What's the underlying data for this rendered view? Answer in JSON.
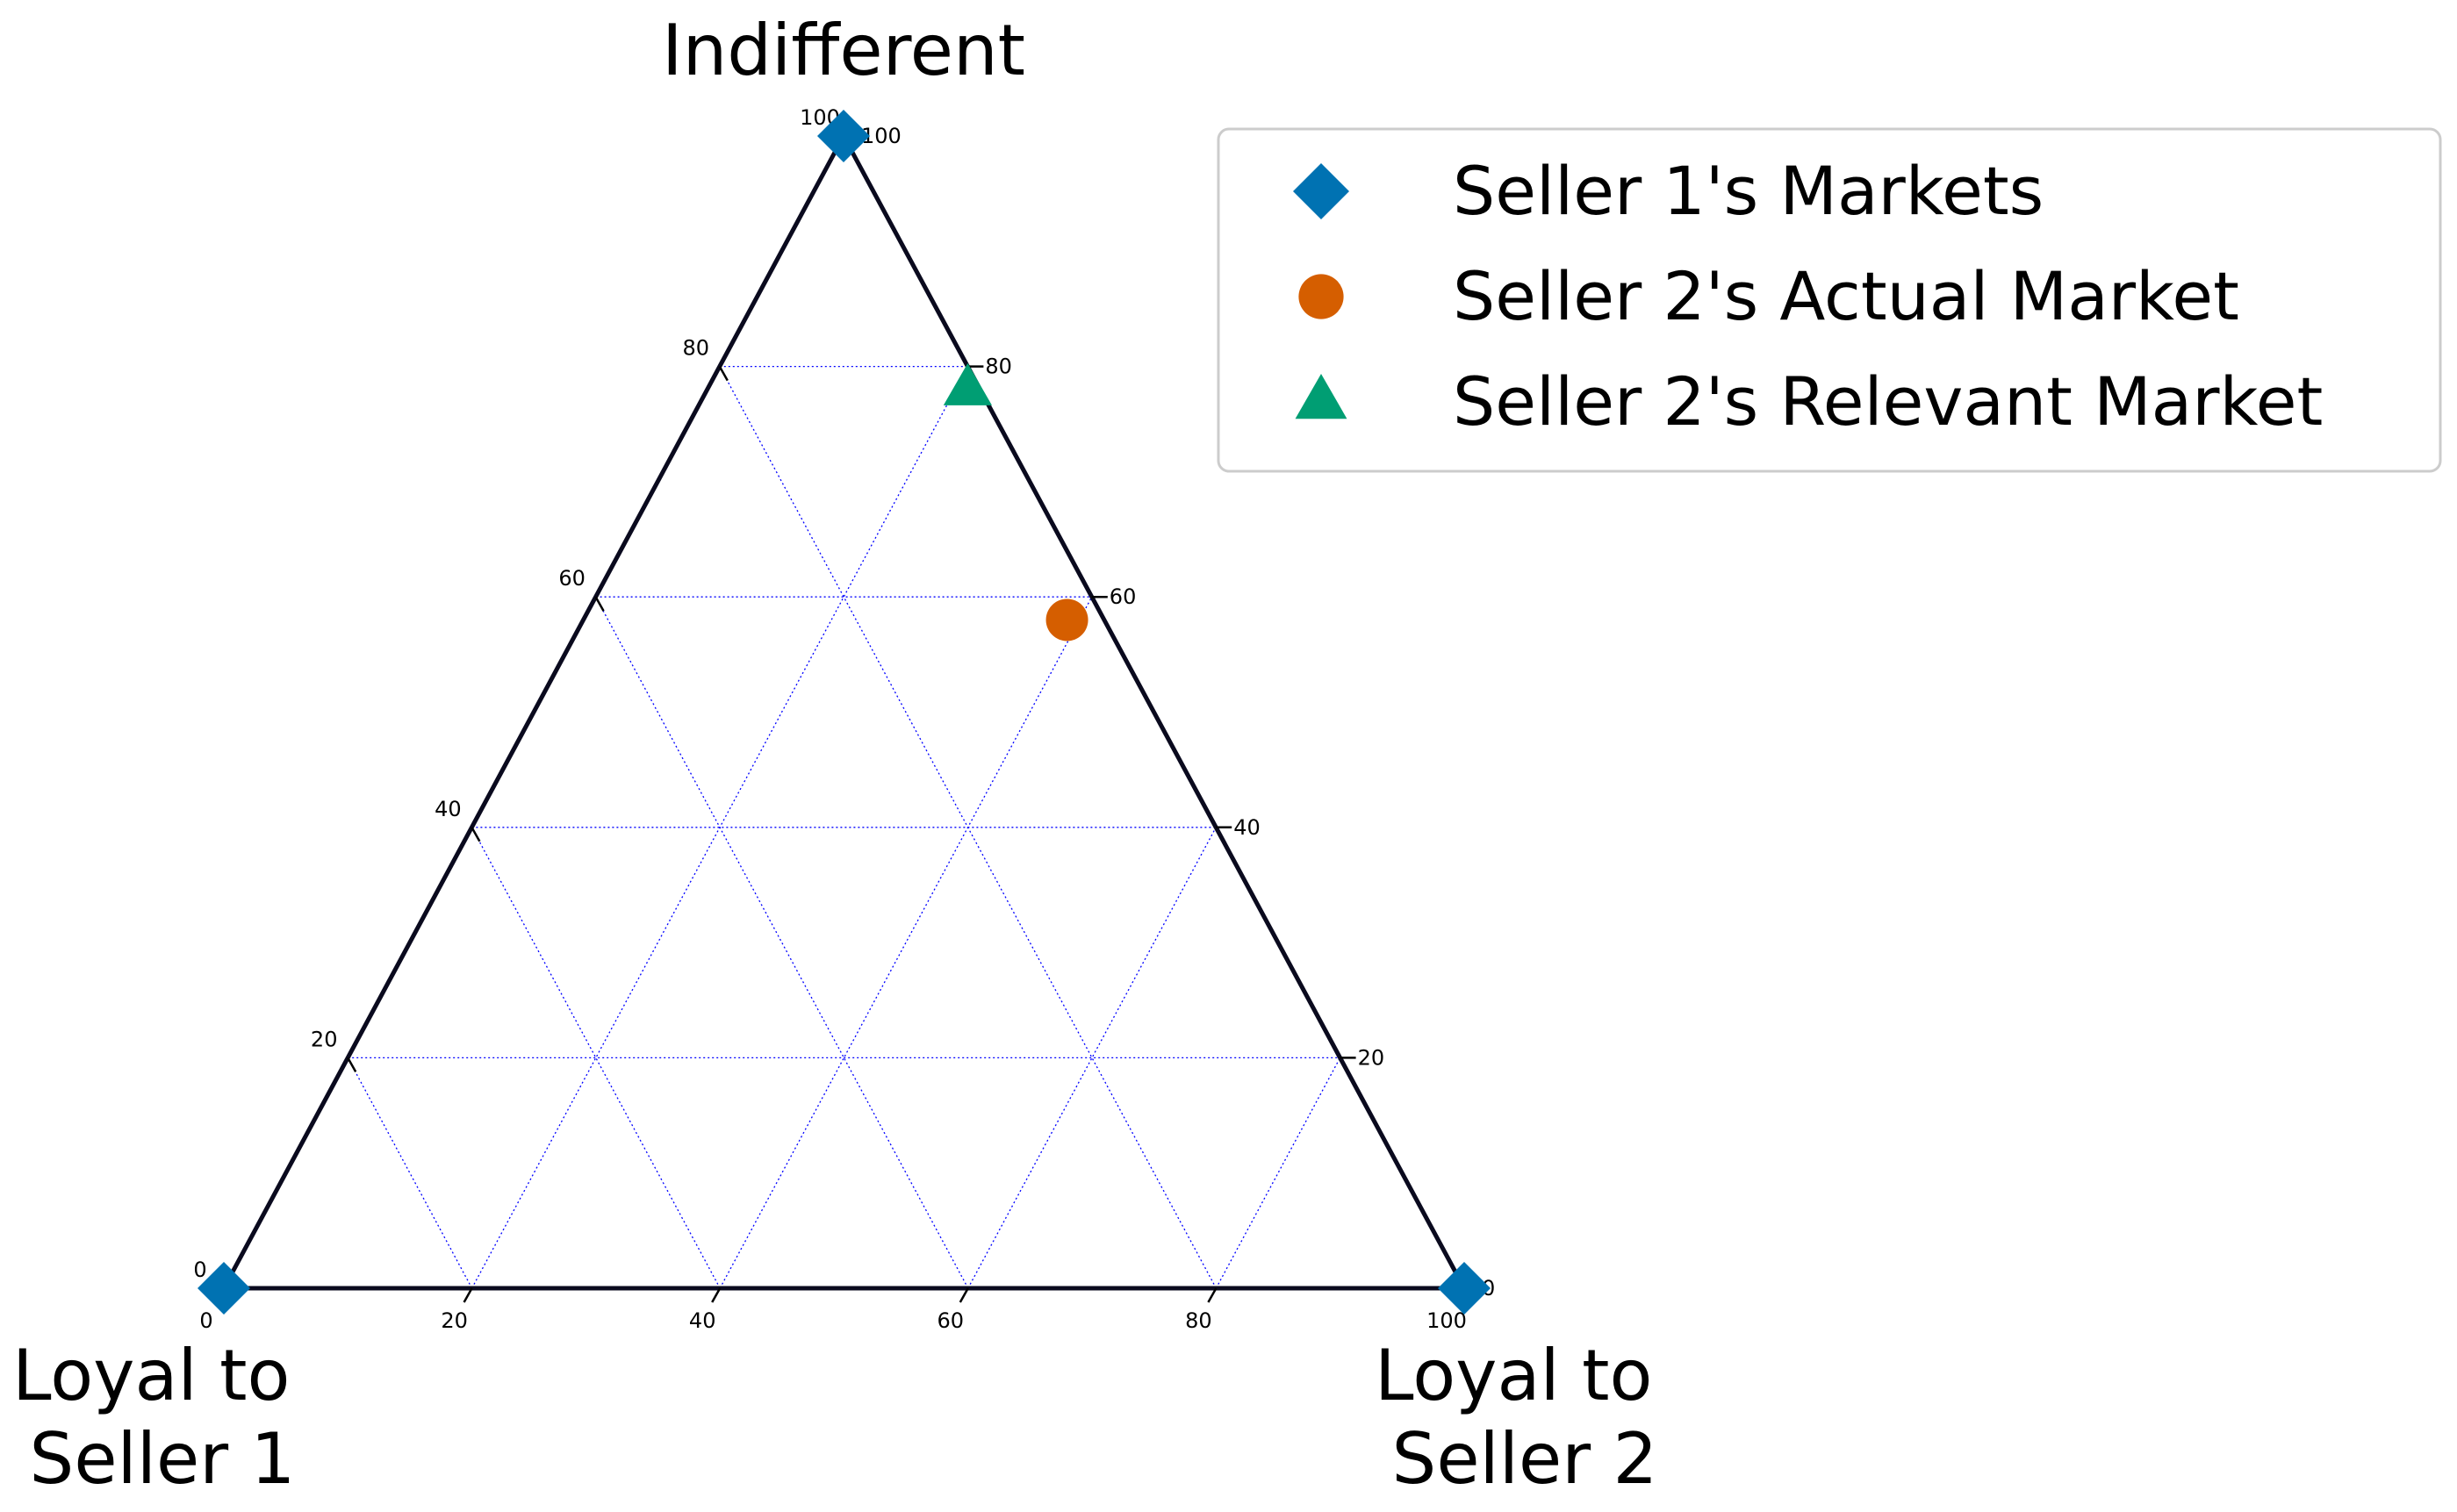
{
  "chart_data": {
    "type": "scatter",
    "subtype": "ternary",
    "axes": {
      "top": "Indifferent",
      "left": [
        "Loyal to",
        "Seller 1"
      ],
      "right": [
        "Loyal to",
        "Seller 2"
      ]
    },
    "ticks": {
      "bottom": [
        "0",
        "20",
        "40",
        "60",
        "80",
        "100"
      ],
      "left": [
        "0",
        "20",
        "40",
        "60",
        "80",
        "100"
      ],
      "right": [
        "0",
        "20",
        "40",
        "60",
        "80",
        "100"
      ]
    },
    "grid": true,
    "grid_color": "#0000ff",
    "legend": "top-right",
    "series": [
      {
        "name": "Seller 1's Markets",
        "marker": "diamond",
        "color": "#0072b2",
        "points": [
          {
            "seller2": 0,
            "indifferent": 100
          },
          {
            "seller2": 0,
            "indifferent": 0
          },
          {
            "seller2": 100,
            "indifferent": 0
          }
        ]
      },
      {
        "name": "Seller 2's Actual Market",
        "marker": "circle",
        "color": "#d55e00",
        "points": [
          {
            "seller2": 39,
            "indifferent": 58
          }
        ]
      },
      {
        "name": "Seller 2's Relevant Market",
        "marker": "triangle",
        "color": "#009e73",
        "points": [
          {
            "seller2": 21,
            "indifferent": 78
          }
        ]
      }
    ]
  }
}
